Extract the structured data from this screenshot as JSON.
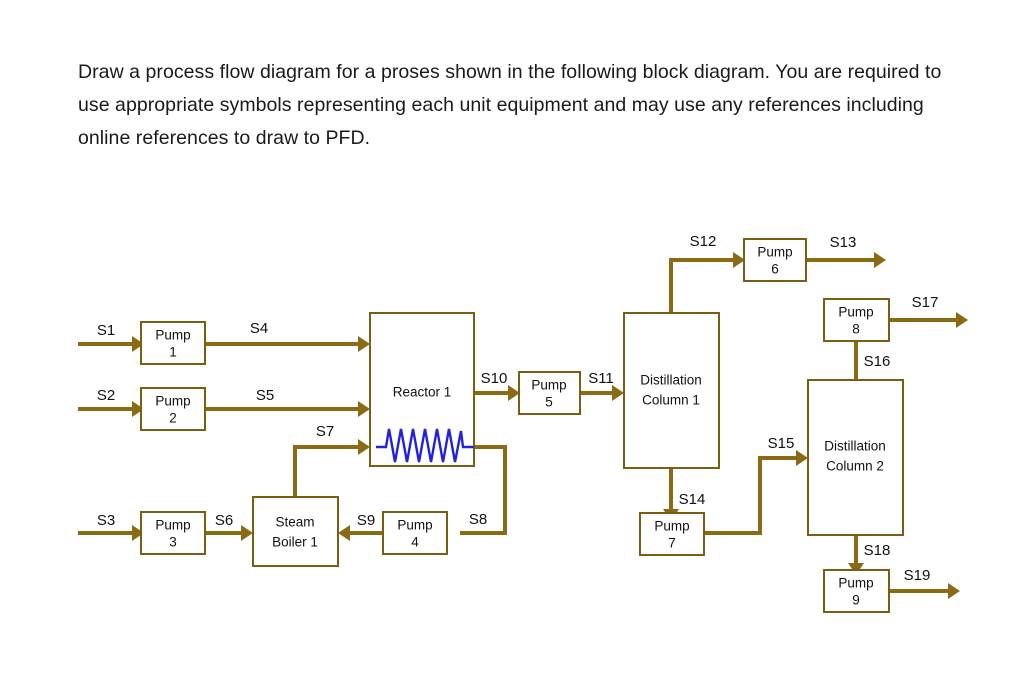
{
  "prompt": {
    "text": "Draw a process flow diagram for a proses shown in the following block diagram. You are required to use appropriate symbols representing each unit equipment and may use any references including online references to draw to PFD."
  },
  "colors": {
    "flow_line": "#8a6a14",
    "box_border": "#7a5e14",
    "coil": "#2222dd",
    "text": "#111111",
    "background": "#ffffff"
  },
  "diagram": {
    "title": "block-flow-diagram",
    "units": [
      {
        "id": "pump-1",
        "line1": "Pump",
        "line2": "1"
      },
      {
        "id": "pump-2",
        "line1": "Pump",
        "line2": "2"
      },
      {
        "id": "pump-3",
        "line1": "Pump",
        "line2": "3"
      },
      {
        "id": "pump-4",
        "line1": "Pump",
        "line2": "4"
      },
      {
        "id": "pump-5",
        "line1": "Pump",
        "line2": "5"
      },
      {
        "id": "pump-6",
        "line1": "Pump",
        "line2": "6"
      },
      {
        "id": "pump-7",
        "line1": "Pump",
        "line2": "7"
      },
      {
        "id": "pump-8",
        "line1": "Pump",
        "line2": "8"
      },
      {
        "id": "pump-9",
        "line1": "Pump",
        "line2": "9"
      },
      {
        "id": "reactor-1",
        "line1": "Reactor 1",
        "line2": ""
      },
      {
        "id": "boiler-1",
        "line1": "Steam",
        "line2": "Boiler 1"
      },
      {
        "id": "column-1",
        "line1": "Distillation",
        "line2": "Column 1"
      },
      {
        "id": "column-2",
        "line1": "Distillation",
        "line2": "Column 2"
      }
    ],
    "streams": [
      {
        "id": "s1",
        "label": "S1",
        "from": "feed",
        "to": "pump-1"
      },
      {
        "id": "s2",
        "label": "S2",
        "from": "feed",
        "to": "pump-2"
      },
      {
        "id": "s3",
        "label": "S3",
        "from": "feed",
        "to": "pump-3"
      },
      {
        "id": "s4",
        "label": "S4",
        "from": "pump-1",
        "to": "reactor-1"
      },
      {
        "id": "s5",
        "label": "S5",
        "from": "pump-2",
        "to": "reactor-1"
      },
      {
        "id": "s6",
        "label": "S6",
        "from": "pump-3",
        "to": "boiler-1"
      },
      {
        "id": "s7",
        "label": "S7",
        "from": "boiler-1",
        "to": "reactor-1"
      },
      {
        "id": "s8",
        "label": "S8",
        "from": "reactor-1",
        "to": "pump-4"
      },
      {
        "id": "s9",
        "label": "S9",
        "from": "pump-4",
        "to": "boiler-1"
      },
      {
        "id": "s10",
        "label": "S10",
        "from": "reactor-1",
        "to": "pump-5"
      },
      {
        "id": "s11",
        "label": "S11",
        "from": "pump-5",
        "to": "column-1"
      },
      {
        "id": "s12",
        "label": "S12",
        "from": "column-1",
        "to": "pump-6"
      },
      {
        "id": "s13",
        "label": "S13",
        "from": "pump-6",
        "to": "product"
      },
      {
        "id": "s14",
        "label": "S14",
        "from": "column-1",
        "to": "pump-7"
      },
      {
        "id": "s15",
        "label": "S15",
        "from": "pump-7",
        "to": "column-2"
      },
      {
        "id": "s16",
        "label": "S16",
        "from": "column-2",
        "to": "pump-8"
      },
      {
        "id": "s17",
        "label": "S17",
        "from": "pump-8",
        "to": "product"
      },
      {
        "id": "s18",
        "label": "S18",
        "from": "column-2",
        "to": "pump-9"
      },
      {
        "id": "s19",
        "label": "S19",
        "from": "pump-9",
        "to": "product"
      }
    ]
  }
}
